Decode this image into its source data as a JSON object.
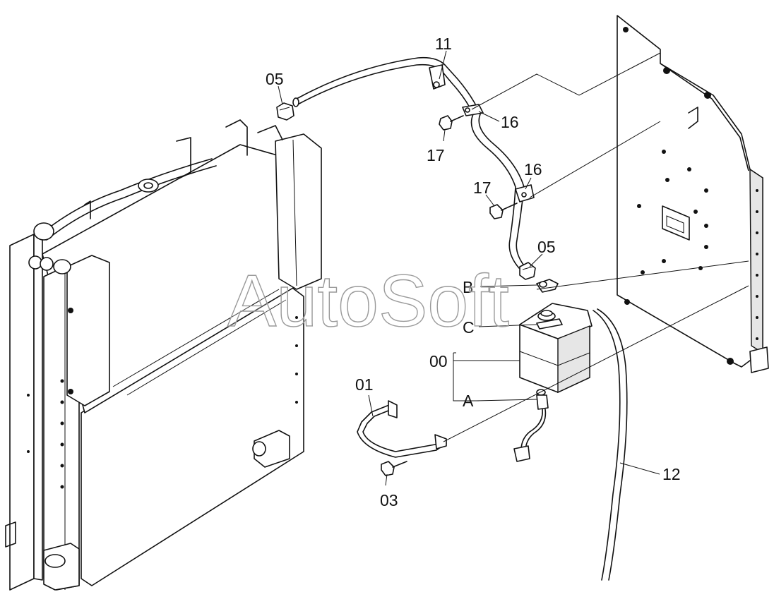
{
  "watermark": "AutoSoft",
  "labels": {
    "p05_top": "05",
    "p11": "11",
    "p16_top": "16",
    "p17_top": "17",
    "p16_mid": "16",
    "p17_mid": "17",
    "p05_mid": "05",
    "B": "B",
    "C": "C",
    "p00": "00",
    "p01": "01",
    "A": "A",
    "p03": "03",
    "p12": "12"
  }
}
